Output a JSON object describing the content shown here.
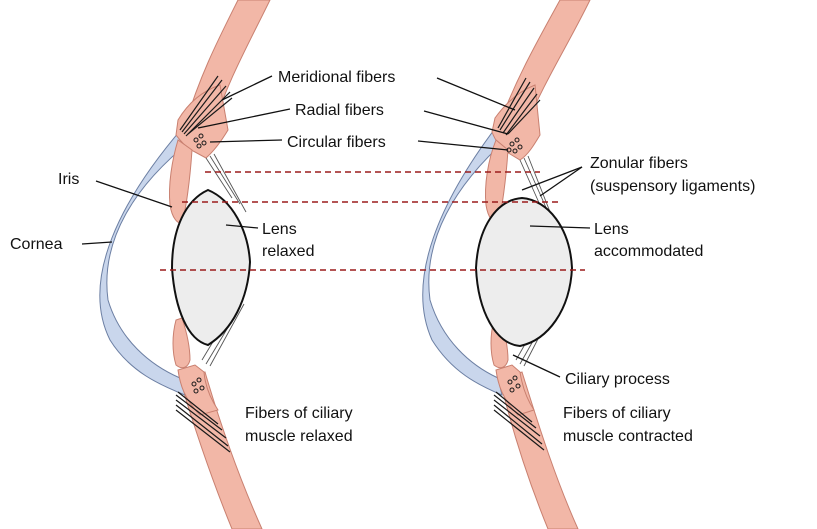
{
  "labels": {
    "meridional": "Meridional fibers",
    "radial": "Radial fibers",
    "circular": "Circular fibers",
    "iris": "Iris",
    "cornea": "Cornea",
    "lens_left_line1": "Lens",
    "lens_left_line2": "relaxed",
    "zonular_line1": "Zonular fibers",
    "zonular_line2": "(suspensory ligaments)",
    "lens_right_line1": "Lens",
    "lens_right_line2": "accommodated",
    "ciliary_process": "Ciliary process",
    "caption_left_line1": "Fibers of ciliary",
    "caption_left_line2": "muscle relaxed",
    "caption_right_line1": "Fibers of ciliary",
    "caption_right_line2": "muscle contracted"
  },
  "colors": {
    "sclera": "#f2b7a7",
    "sclera_edge": "#c98070",
    "cornea": "#c9d6ec",
    "lens": "#ededed",
    "muscle": "#1a1a1a",
    "guide_line": "#9b1c1c"
  }
}
